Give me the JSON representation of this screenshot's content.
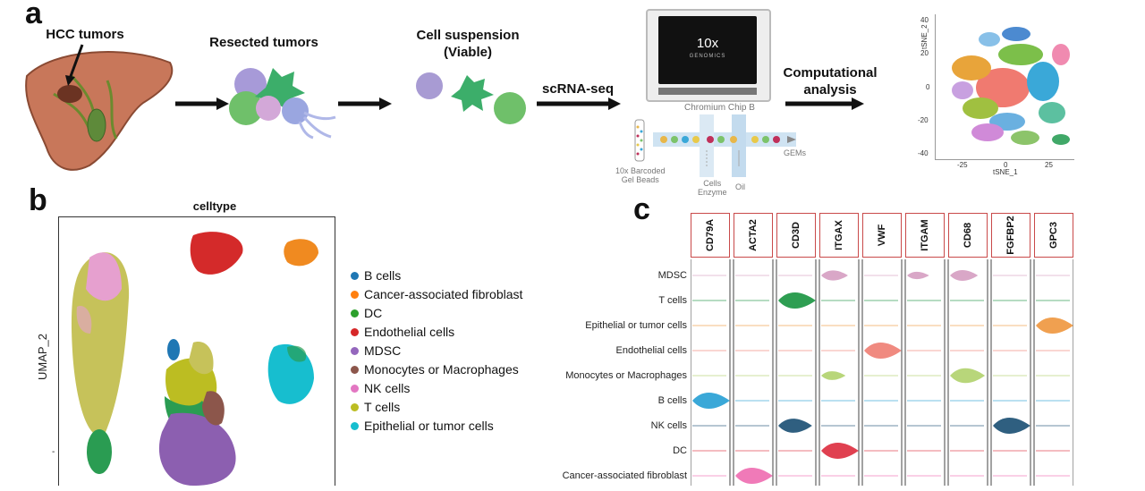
{
  "panel_letters": {
    "a": "a",
    "b": "b",
    "c": "c"
  },
  "panel_a": {
    "hcc_label": "HCC tumors",
    "resected_label": "Resected tumors",
    "suspension_label_line1": "Cell suspension",
    "suspension_label_line2": "(Viable)",
    "scrna_label": "scRNA-seq",
    "tenx_logo_top": "10x",
    "tenx_logo_bottom": "GENOMICS",
    "chip_label": "Chromium Chip B",
    "beads_label_line1": "10x Barcoded",
    "beads_label_line2": "Gel Beads",
    "cells_label_line1": "Cells",
    "cells_label_line2": "Enzyme",
    "oil_label": "Oil",
    "gems_label": "GEMs",
    "computational_line1": "Computational",
    "computational_line2": "analysis",
    "tsne": {
      "xlabel": "tSNE_1",
      "ylabel": "tSNE_2",
      "xticks": [
        "-25",
        "0",
        "25"
      ],
      "yticks": [
        "40",
        "20",
        "0",
        "-20",
        "-40"
      ]
    }
  },
  "panel_b": {
    "title": "celltype",
    "ylabel": "UMAP_2",
    "legend": [
      {
        "label": "B cells",
        "color": "#1f77b4"
      },
      {
        "label": "Cancer-associated fibroblast",
        "color": "#ff7f0e"
      },
      {
        "label": "DC",
        "color": "#2ca02c"
      },
      {
        "label": "Endothelial cells",
        "color": "#d62728"
      },
      {
        "label": "MDSC",
        "color": "#9467bd"
      },
      {
        "label": "Monocytes or Macrophages",
        "color": "#8c564b"
      },
      {
        "label": "NK cells",
        "color": "#e377c2"
      },
      {
        "label": "T cells",
        "color": "#bcbd22"
      },
      {
        "label": "Epithelial or tumor cells",
        "color": "#17becf"
      }
    ]
  },
  "panel_c": {
    "genes": [
      "CD79A",
      "ACTA2",
      "CD3D",
      "ITGAX",
      "VWF",
      "ITGAM",
      "CD68",
      "FGFBP2",
      "GPC3"
    ],
    "celltypes": [
      "MDSC",
      "T cells",
      "Epithelial or tumor cells",
      "Endothelial cells",
      "Monocytes or Macrophages",
      "B cells",
      "NK cells",
      "DC",
      "Cancer-associated fibroblast"
    ],
    "row_colors": [
      "#d9a7c7",
      "#2e9e52",
      "#f0a050",
      "#f08a80",
      "#b8d67a",
      "#3aa8d8",
      "#2f5f80",
      "#e04050",
      "#f07ab8"
    ],
    "highlights": [
      {
        "row": 0,
        "col": 3,
        "level": 0.55
      },
      {
        "row": 0,
        "col": 5,
        "level": 0.35
      },
      {
        "row": 0,
        "col": 6,
        "level": 0.6
      },
      {
        "row": 1,
        "col": 2,
        "level": 1.0
      },
      {
        "row": 2,
        "col": 8,
        "level": 1.0
      },
      {
        "row": 3,
        "col": 4,
        "level": 1.0
      },
      {
        "row": 4,
        "col": 3,
        "level": 0.45
      },
      {
        "row": 4,
        "col": 6,
        "level": 0.9
      },
      {
        "row": 5,
        "col": 0,
        "level": 1.0
      },
      {
        "row": 6,
        "col": 2,
        "level": 0.85
      },
      {
        "row": 6,
        "col": 7,
        "level": 1.0
      },
      {
        "row": 7,
        "col": 3,
        "level": 1.0
      },
      {
        "row": 8,
        "col": 1,
        "level": 1.0
      }
    ]
  }
}
